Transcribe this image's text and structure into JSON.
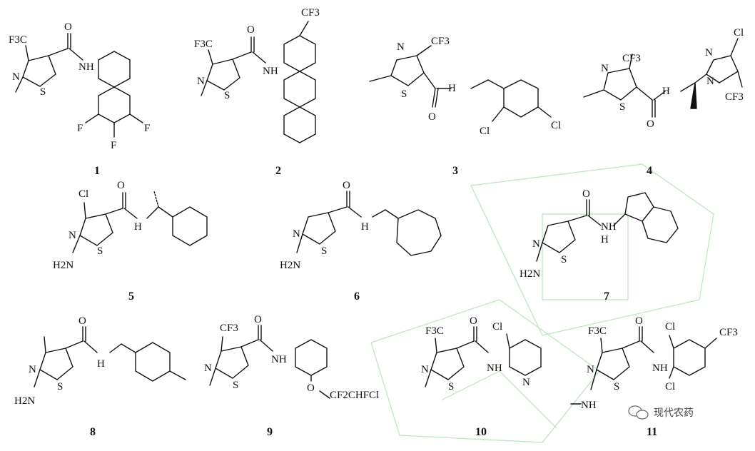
{
  "labels": {
    "cf3": "CF3",
    "f3c": "F3C",
    "n": "N",
    "s": "S",
    "o": "O",
    "nh": "NH",
    "h": "H",
    "f": "F",
    "cl": "Cl",
    "h2n": "H2N",
    "cf2chfcl": "CF2CHFCl"
  },
  "compounds": [
    "1",
    "2",
    "3",
    "4",
    "5",
    "6",
    "7",
    "8",
    "9",
    "10",
    "11"
  ],
  "watermark": {
    "text": "现代农药",
    "icon": "wechat-icon",
    "color": "#444444"
  },
  "colors": {
    "ink": "#111111",
    "background_watermark": "#b9e6b9"
  }
}
